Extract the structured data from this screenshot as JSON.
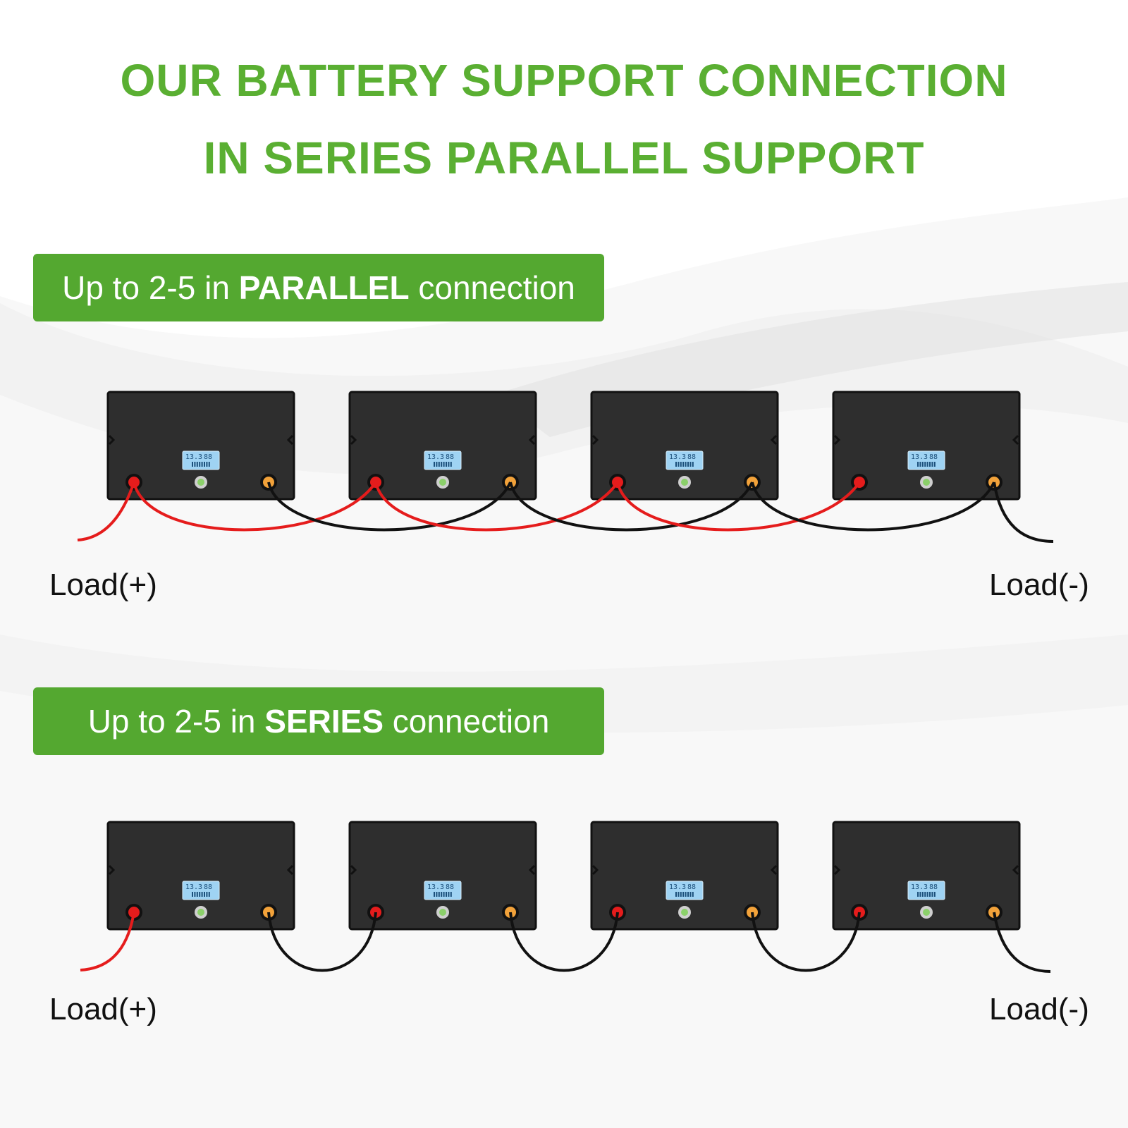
{
  "headline": {
    "line1": "OUR BATTERY SUPPORT CONNECTION",
    "line2": "IN SERIES PARALLEL SUPPORT"
  },
  "colors": {
    "accent": "#5aaf32",
    "banner": "#54a830",
    "positive_wire": "#e51c1c",
    "negative_wire": "#111111",
    "battery_body": "#2e2e2e",
    "lcd": "#9fd3f3"
  },
  "parallel": {
    "banner": {
      "prefix": "Up to 2-5 in ",
      "emphasis": "PARALLEL",
      "suffix": " connection"
    },
    "load_positive": "Load(+)",
    "load_negative": "Load(-)",
    "battery_count": 4
  },
  "series": {
    "banner": {
      "prefix": "Up to 2-5 in ",
      "emphasis": "SERIES",
      "suffix": " connection"
    },
    "load_positive": "Load(+)",
    "load_negative": "Load(-)",
    "battery_count": 4
  },
  "battery_display": {
    "voltage": "13.3",
    "percent": "88"
  }
}
